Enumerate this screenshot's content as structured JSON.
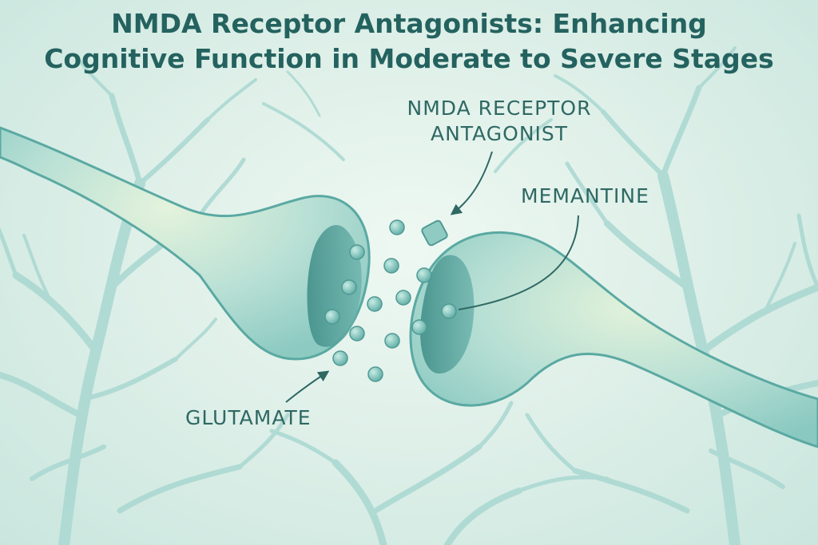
{
  "title": {
    "line1": "NMDA Receptor Antagonists: Enhancing",
    "line2": "Cognitive Function in Moderate to Severe Stages"
  },
  "labels": {
    "antagonist_line1": "NMDA RECEPTOR",
    "antagonist_line2": "ANTAGONIST",
    "memantine": "MEMANTINE",
    "glutamate": "GLUTAMATE"
  },
  "colors": {
    "background": "#dcefe8",
    "neuron_fill": "#a8d6cf",
    "neuron_outline": "#5aa9a2",
    "dendrite": "#a9d8d1",
    "text": "#2f6863",
    "title": "#24625f"
  }
}
